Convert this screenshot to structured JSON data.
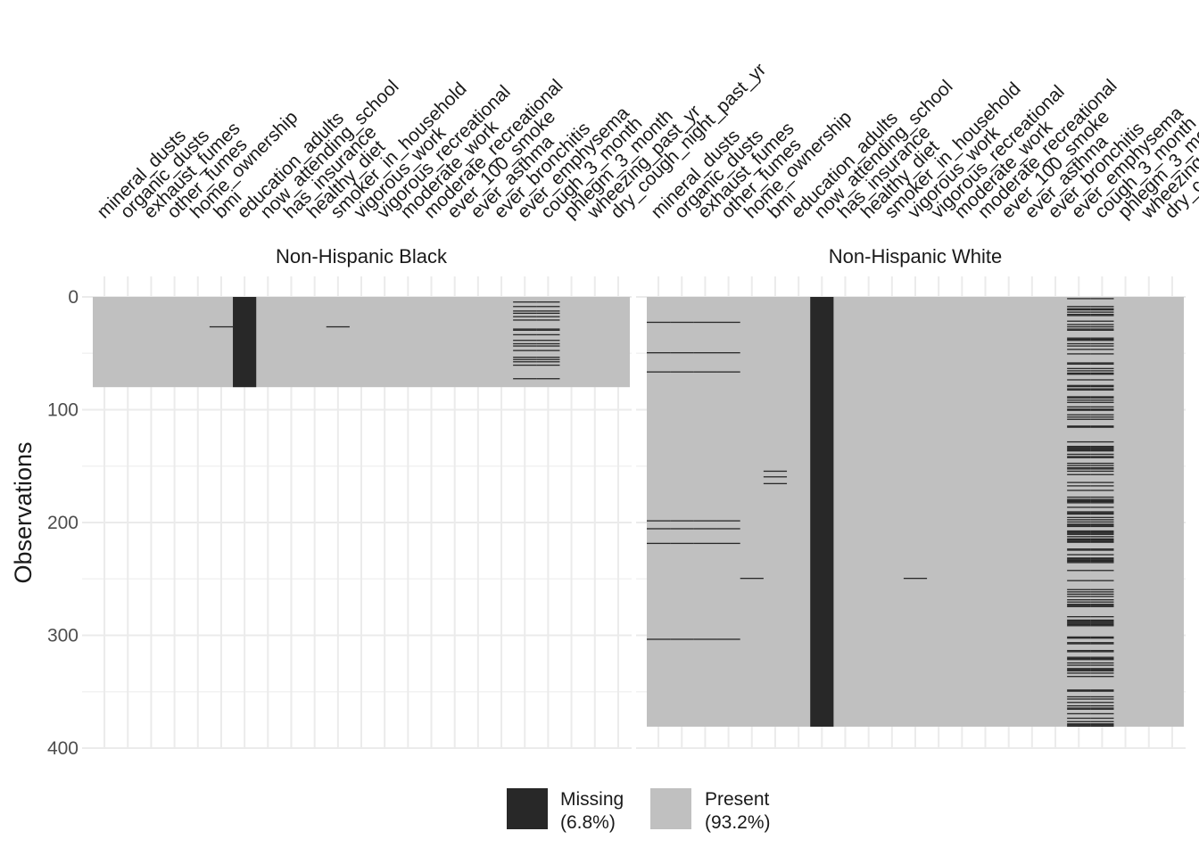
{
  "chart_data": {
    "type": "heatmap",
    "title": "",
    "xlabel": "",
    "ylabel": "Observations",
    "ylim": [
      0,
      400
    ],
    "y_ticks": [
      0,
      100,
      200,
      300,
      400
    ],
    "y_reversed": true,
    "grid": true,
    "legend_position": "bottom",
    "variables": [
      "mineral_dusts",
      "organic_dusts",
      "exhaust_fumes",
      "other_fumes",
      "home_ownership",
      "bmi",
      "education_adults",
      "now_attending_school",
      "has_insurance",
      "healthy_diet",
      "smoker_in_household",
      "vigorous_work",
      "vigorous_recreational",
      "moderate_work",
      "moderate_recreational",
      "ever_100_smoke",
      "ever_asthma",
      "ever_bronchitis",
      "ever_emphysema",
      "cough_3_month",
      "phlegm_3_month",
      "wheezing_past_yr",
      "dry_cough_night_past_yr"
    ],
    "legend": [
      {
        "label": "Missing\n(6.8%)",
        "color": "#282828"
      },
      {
        "label": "Present\n(93.2%)",
        "color": "#c0c0c0"
      }
    ],
    "facets": [
      {
        "name": "Non-Hispanic Black",
        "n_obs": 80,
        "missing": [
          {
            "variable": "bmi",
            "rows": [
              26
            ]
          },
          {
            "variable": "education_adults",
            "rows": "all"
          },
          {
            "variable": "smoker_in_household",
            "rows": [
              26
            ]
          },
          {
            "variable": "ever_emphysema",
            "rows": [
              4,
              8,
              12,
              14,
              17,
              20,
              28,
              29,
              33,
              38,
              41,
              43,
              47,
              53,
              55,
              57,
              60,
              72
            ]
          },
          {
            "variable": "cough_3_month",
            "rows": [
              4,
              8,
              12,
              14,
              17,
              20,
              28,
              29,
              33,
              38,
              41,
              43,
              47,
              53,
              55,
              57,
              60,
              72
            ]
          }
        ]
      },
      {
        "name": "Non-Hispanic White",
        "n_obs": 381,
        "missing": [
          {
            "variable": "mineral_dusts",
            "rows": [
              22,
              49,
              66,
              198,
              205,
              218,
              303
            ]
          },
          {
            "variable": "organic_dusts",
            "rows": [
              22,
              49,
              66,
              198,
              205,
              218,
              303
            ]
          },
          {
            "variable": "exhaust_fumes",
            "rows": [
              22,
              49,
              66,
              198,
              205,
              218,
              303
            ]
          },
          {
            "variable": "other_fumes",
            "rows": [
              22,
              49,
              66,
              198,
              205,
              218,
              303
            ]
          },
          {
            "variable": "home_ownership",
            "rows": [
              249
            ]
          },
          {
            "variable": "bmi",
            "rows": [
              154,
              159,
              165
            ]
          },
          {
            "variable": "now_attending_school",
            "rows": "all"
          },
          {
            "variable": "vigorous_work",
            "rows": [
              249
            ]
          },
          {
            "variable": "ever_emphysema",
            "rows": "dense"
          },
          {
            "variable": "cough_3_month",
            "rows": "dense"
          }
        ]
      }
    ]
  }
}
